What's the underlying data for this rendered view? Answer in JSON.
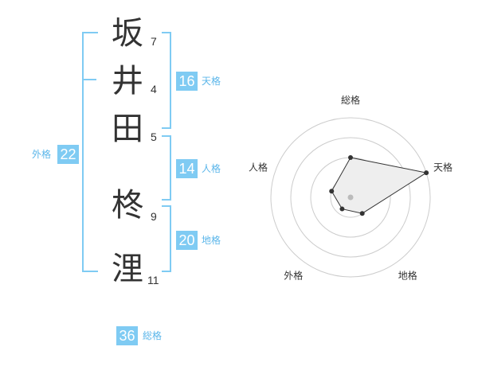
{
  "name_chars": [
    {
      "char": "坂",
      "strokes": "7"
    },
    {
      "char": "井",
      "strokes": "4"
    },
    {
      "char": "田",
      "strokes": "5"
    },
    {
      "char": "柊",
      "strokes": "9"
    },
    {
      "char": "浬",
      "strokes": "11"
    }
  ],
  "scores": {
    "tenkaku": {
      "value": "16",
      "label": "天格"
    },
    "jinkaku": {
      "value": "14",
      "label": "人格"
    },
    "chikaku": {
      "value": "20",
      "label": "地格"
    },
    "gaikaku": {
      "value": "22",
      "label": "外格"
    },
    "soukaku": {
      "value": "36",
      "label": "総格"
    }
  },
  "chart_data": {
    "type": "radar",
    "axes": [
      "総格",
      "天格",
      "地格",
      "外格",
      "人格"
    ],
    "values": [
      0.5,
      1.0,
      0.25,
      0.18,
      0.25
    ],
    "rings": 4,
    "colors": {
      "fill": "#eeeeee",
      "line": "#333333",
      "grid": "#cccccc",
      "center": "#bbbbbb"
    }
  }
}
